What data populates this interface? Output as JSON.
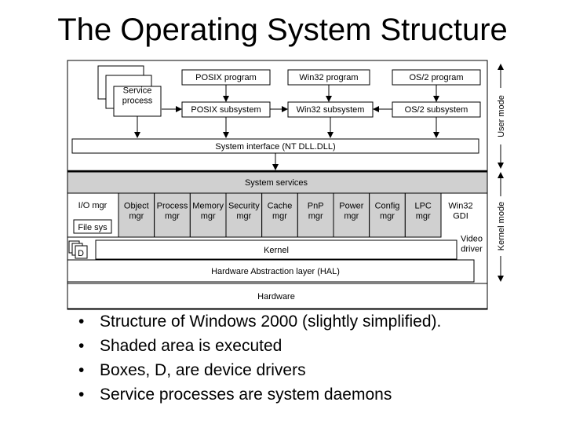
{
  "title": "The Operating System Structure",
  "diagram": {
    "service_process": "Service\nprocess",
    "posix_program": "POSIX program",
    "win32_program": "Win32 program",
    "os2_program": "OS/2 program",
    "posix_subsystem": "POSIX subsystem",
    "win32_subsystem": "Win32 subsystem",
    "os2_subsystem": "OS/2 subsystem",
    "system_interface": "System interface (NT DLL.DLL)",
    "system_services": "System services",
    "io_mgr": "I/O mgr",
    "file_sys": "File sys",
    "managers": [
      "Object\nmgr",
      "Process\nmgr",
      "Memory\nmgr",
      "Security\nmgr",
      "Cache\nmgr",
      "PnP\nmgr",
      "Power\nmgr",
      "Config\nmgr",
      "LPC\nmgr"
    ],
    "win32_gdi": "Win32\nGDI",
    "device_driver": "D",
    "kernel": "Kernel",
    "video_driver": "Video\ndriver",
    "hal": "Hardware Abstraction layer (HAL)",
    "hardware": "Hardware",
    "user_mode": "User mode",
    "kernel_mode": "Kernel mode",
    "shaded_color": "#d0d0d0"
  },
  "bullets": [
    "Structure of Windows 2000 (slightly simplified).",
    "Shaded area is executed",
    "Boxes, D, are device drivers",
    "Service processes are system daemons"
  ]
}
